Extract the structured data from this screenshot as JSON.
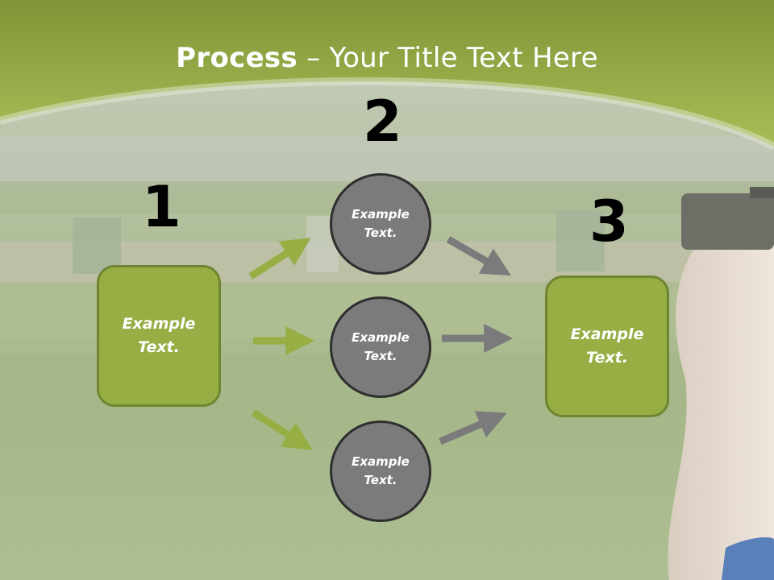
{
  "title": {
    "bold": "Process",
    "rest": " – Your Title Text Here"
  },
  "steps": [
    {
      "number": "1",
      "label": "Example Text."
    },
    {
      "number": "2",
      "circles": [
        "Example Text.",
        "Example Text.",
        "Example Text."
      ]
    },
    {
      "number": "3",
      "label": "Example Text."
    }
  ],
  "colors": {
    "green": "#97ae45",
    "gray": "#7b7b7b",
    "header": "#8fa845"
  }
}
